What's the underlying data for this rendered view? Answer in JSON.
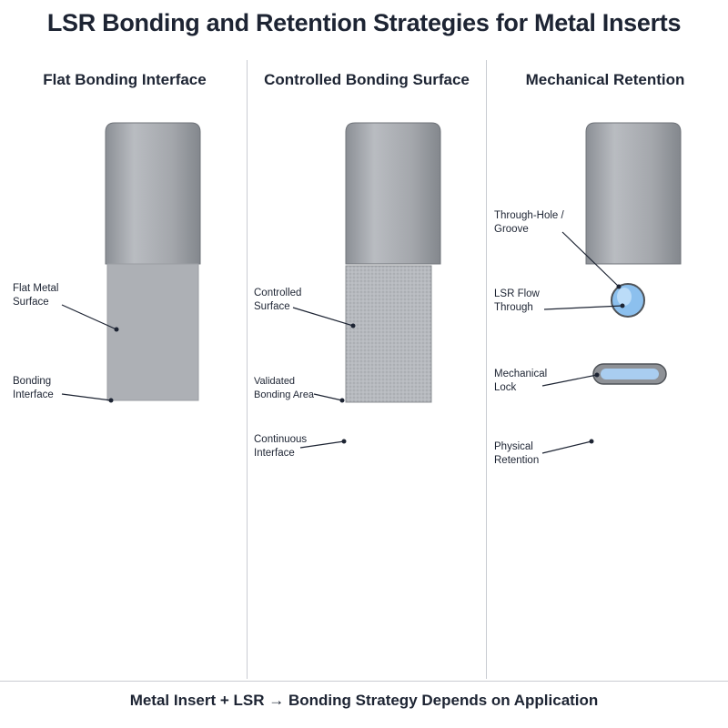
{
  "title": "LSR Bonding and Retention Strategies for Metal Inserts",
  "columns": [
    {
      "heading": "Flat Bonding Interface",
      "callouts": [
        "Flat Metal",
        "Surface",
        "Bonding",
        "Interface"
      ]
    },
    {
      "heading": "Controlled Bonding Surface",
      "callouts": [
        "Controlled",
        "Surface",
        "Validated",
        "Bonding Area",
        "Continuous",
        "Interface"
      ]
    },
    {
      "heading": "Mechanical Retention",
      "callouts": [
        "Through-Hole /",
        "Groove",
        "LSR Flow",
        "Through",
        "Mechanical",
        "Lock",
        "Physical",
        "Retention"
      ]
    }
  ],
  "footer": "Metal Insert + LSR → Bonding Strategy Depends on Application",
  "colors": {
    "metal": "#a9acb1",
    "metal_dark": "#7d8187",
    "lsr": "#9cc8f2",
    "text": "#1d2433"
  }
}
